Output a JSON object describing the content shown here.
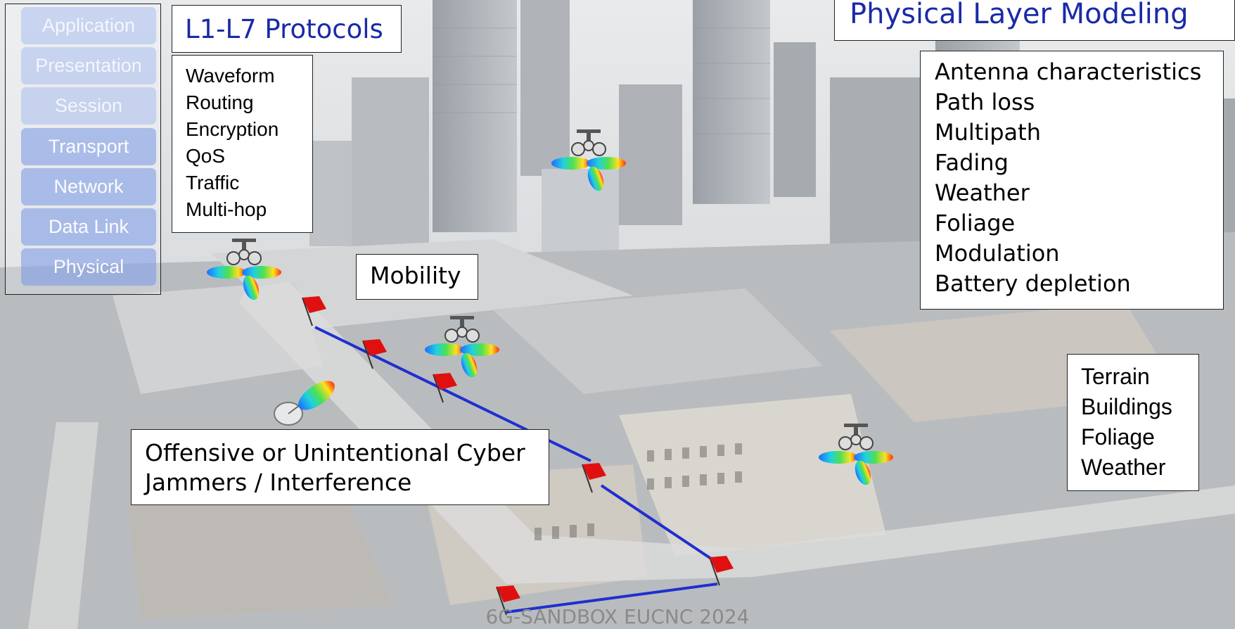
{
  "osi_layers": [
    "Application",
    "Presentation",
    "Session",
    "Transport",
    "Network",
    "Data Link",
    "Physical"
  ],
  "protocols": {
    "title": "L1-L7 Protocols",
    "items": [
      "Waveform",
      "Routing",
      "Encryption",
      "QoS",
      "Traffic",
      "Multi-hop"
    ]
  },
  "physical_layer": {
    "title": "Physical Layer Modeling",
    "items": [
      "Antenna characteristics",
      "Path loss",
      "Multipath",
      "Fading",
      "Weather",
      "Foliage",
      "Modulation",
      "Battery depletion"
    ]
  },
  "environment": {
    "items": [
      "Terrain",
      "Buildings",
      "Foliage",
      "Weather"
    ]
  },
  "mobility_label": "Mobility",
  "jammer": {
    "line1": "Offensive or Unintentional Cyber",
    "line2": "Jammers / Interference"
  },
  "footer": "6G-SANDBOX EUCNC 2024",
  "colors": {
    "title_blue": "#1a2aa8",
    "route_blue": "#1f2fd0",
    "flag_red": "#e01010",
    "osi_blue": "#7696e6"
  },
  "icons": [
    "drone-icon",
    "flag-icon",
    "jammer-dish-icon",
    "antenna-lobe-icon"
  ]
}
